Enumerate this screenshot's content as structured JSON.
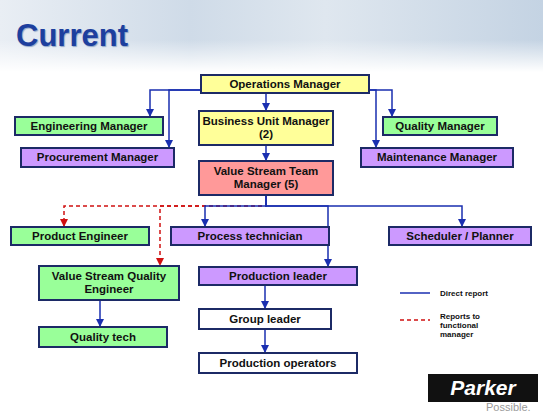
{
  "diagram": {
    "title": "Current",
    "nodes": [
      {
        "text": [
          "Operations Manager"
        ]
      },
      {
        "text": [
          "Engineering Manager"
        ]
      },
      {
        "text": [
          "Business Unit Manager (2)"
        ]
      },
      {
        "text": [
          "Quality Manager"
        ]
      },
      {
        "text": [
          "Procurement Manager"
        ]
      },
      {
        "text": [
          "Maintenance Manager"
        ]
      },
      {
        "text": [
          "Value Stream Team Manager (5)"
        ]
      },
      {
        "text": [
          "Product Engineer"
        ]
      },
      {
        "text": [
          "Process technician"
        ]
      },
      {
        "text": [
          "Scheduler / Planner"
        ]
      },
      {
        "text": [
          "Value Stream Quality Engineer"
        ]
      },
      {
        "text": [
          "Production leader"
        ]
      },
      {
        "text": [
          "Group leader"
        ]
      },
      {
        "text": [
          "Quality tech"
        ]
      },
      {
        "text": [
          "Production operators"
        ]
      }
    ],
    "edges": [
      {
        "from": 0,
        "to": 1,
        "arrow": "to"
      },
      {
        "from": 0,
        "to": 4,
        "arrow": "to"
      },
      {
        "from": 0,
        "to": 2,
        "arrow": "to"
      },
      {
        "from": 0,
        "to": 3,
        "arrow": "to"
      },
      {
        "from": 0,
        "to": 5,
        "arrow": "to"
      },
      {
        "from": 2,
        "to": 6,
        "arrow": "to"
      },
      {
        "from": 6,
        "to": 7,
        "arrow": "to"
      },
      {
        "from": 6,
        "to": 10,
        "arrow": "to"
      },
      {
        "from": 6,
        "to": 8,
        "arrow": "to"
      },
      {
        "from": 6,
        "to": 11,
        "arrow": "to"
      },
      {
        "from": 6,
        "to": 9,
        "arrow": "to"
      },
      {
        "from": 11,
        "to": 12,
        "arrow": "to"
      },
      {
        "from": 12,
        "to": 14,
        "arrow": "to"
      },
      {
        "from": 10,
        "to": 13,
        "arrow": "to"
      }
    ],
    "labels": [
      "Parker",
      "Possible."
    ],
    "legend": [
      {
        "text": "Direct report"
      },
      {
        "text": "Reports to functional manager"
      }
    ]
  }
}
